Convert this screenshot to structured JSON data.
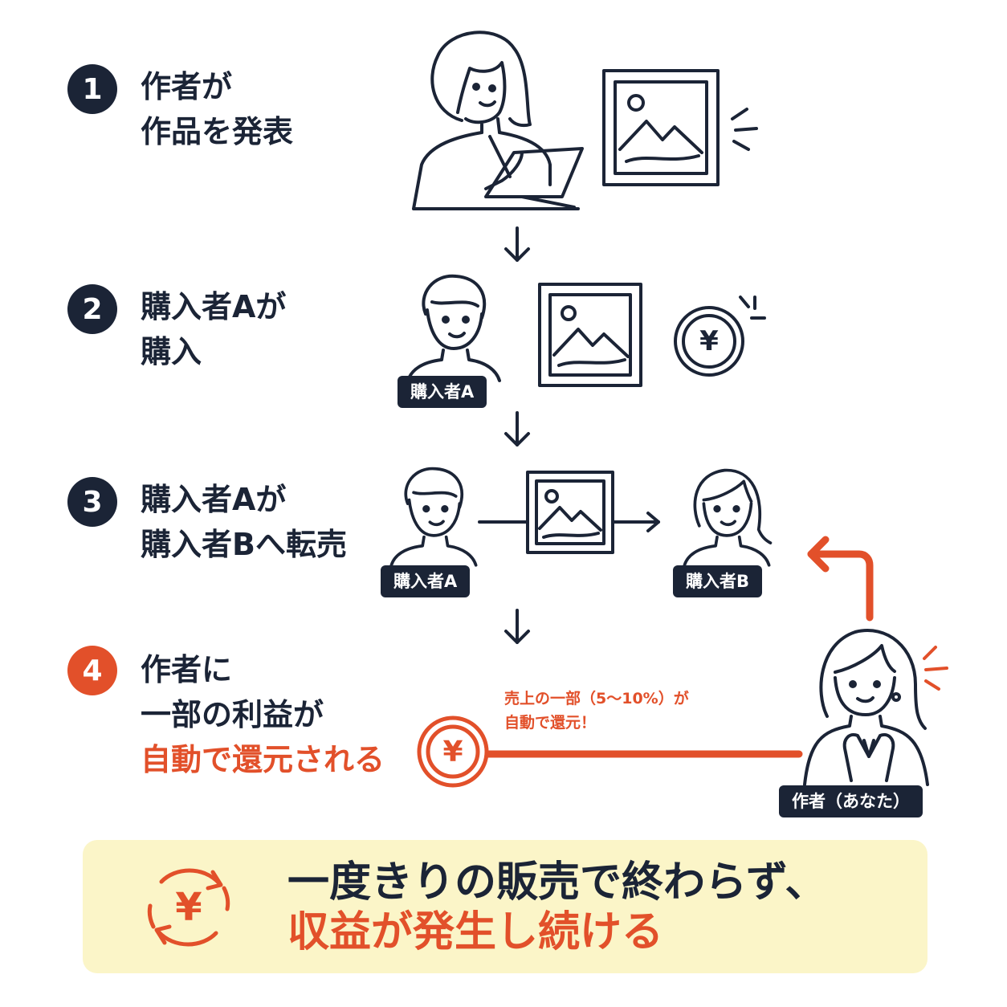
{
  "steps": [
    {
      "number": "1",
      "lines": [
        "作者が",
        "作品を発表"
      ]
    },
    {
      "number": "2",
      "lines": [
        "購入者Aが",
        "購入"
      ]
    },
    {
      "number": "3",
      "lines": [
        "購入者Aが",
        "購入者Bへ転売"
      ]
    },
    {
      "number": "4",
      "lines": [
        "作者に",
        "一部の利益が",
        "自動で還元される"
      ]
    }
  ],
  "tags": {
    "buyer_a": "購入者A",
    "buyer_b": "購入者B",
    "author_you": "作者（あなた）"
  },
  "royalty_note": {
    "line1": "売上の一部（5〜10%）が",
    "line2": "自動で還元！"
  },
  "yen_symbol": "¥",
  "banner": {
    "line1": "一度きりの販売で終わらず、",
    "line2": "収益が発生し続ける"
  },
  "colors": {
    "navy": "#1b2436",
    "orange": "#e2502a",
    "banner_bg": "#fbf5c8"
  },
  "icons": [
    "artist-with-tablet-icon",
    "framed-picture-icon",
    "person-icon",
    "yen-coin-icon",
    "arrow-down-icon",
    "arrow-right-icon",
    "return-arrow-icon",
    "recycle-yen-icon"
  ]
}
